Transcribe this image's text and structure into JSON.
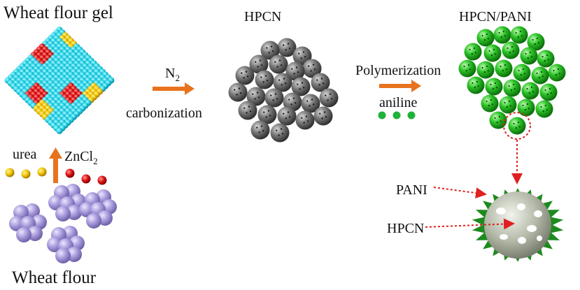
{
  "titles": {
    "wheat_flour_gel": "Wheat flour gel",
    "hpcn": "HPCN",
    "hpcn_pani": "HPCN/PANI",
    "wheat_flour": "Wheat flour"
  },
  "arrow1": {
    "gas_main": "N",
    "gas_sub": "2",
    "process": "carbonization"
  },
  "arrow2": {
    "process": "Polymerization",
    "reagent": "aniline"
  },
  "reagents": {
    "urea": "urea",
    "zncl_main": "ZnCl",
    "zncl_sub": "2"
  },
  "detail": {
    "pani": "PANI",
    "hpcn": "HPCN"
  },
  "colors": {
    "arrow": "#e8731e",
    "callout": "#e02020",
    "cyan_sphere": "#22d3e6",
    "gold_sphere": "#f2c400",
    "red_sphere": "#e01010",
    "gray_sphere": "#6e6e6e",
    "green_sphere": "#22b81e",
    "purple_sphere": "#a99bdc"
  }
}
